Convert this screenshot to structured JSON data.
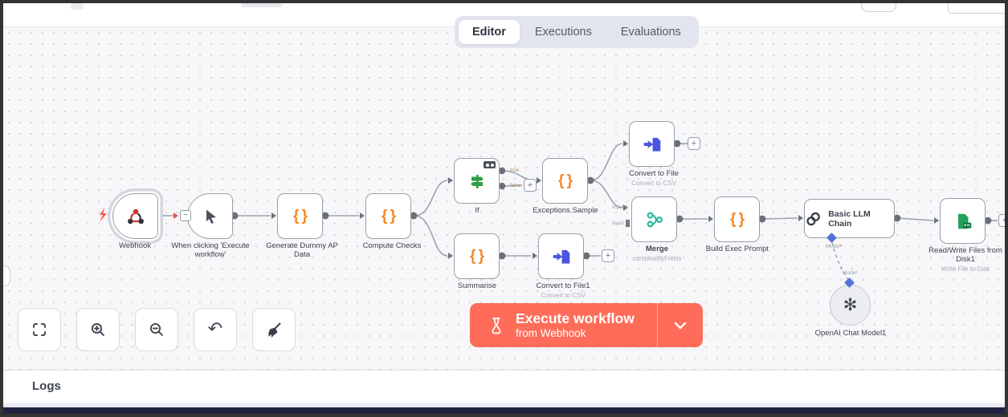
{
  "header": {
    "tabs": [
      {
        "label": "Editor",
        "active": true
      },
      {
        "label": "Executions",
        "active": false
      },
      {
        "label": "Evaluations",
        "active": false
      }
    ]
  },
  "canvas": {
    "nodes": [
      {
        "id": "webhook",
        "label": "Webhook",
        "icon": "webhook-icon",
        "selected": true
      },
      {
        "id": "manual-trigger",
        "label": "When clicking 'Execute workflow'",
        "icon": "cursor-icon"
      },
      {
        "id": "generate-dummy-ap-data",
        "label": "Generate Dummy AP Data",
        "icon": "code-icon"
      },
      {
        "id": "compute-checks",
        "label": "Compute Checks",
        "icon": "code-icon"
      },
      {
        "id": "if",
        "label": "If",
        "icon": "if-icon",
        "outputs": [
          "true",
          "false"
        ]
      },
      {
        "id": "exceptions-sample",
        "label": "Exceptions Sample",
        "icon": "code-icon"
      },
      {
        "id": "convert-to-file",
        "label": "Convert to File",
        "subtitle": "Convert to CSV",
        "icon": "convert-file-icon"
      },
      {
        "id": "merge",
        "label": "Merge",
        "subtitle": "combineByFields",
        "icon": "merge-icon",
        "inputs": [
          "Input 1",
          "Input 2"
        ]
      },
      {
        "id": "summarise",
        "label": "Summarise",
        "icon": "code-icon"
      },
      {
        "id": "convert-to-file1",
        "label": "Convert to File1",
        "subtitle": "Convert to CSV",
        "icon": "convert-file-icon"
      },
      {
        "id": "build-exec-prompt",
        "label": "Build Exec Prompt",
        "icon": "code-icon"
      },
      {
        "id": "basic-llm-chain",
        "label": "Basic LLM Chain",
        "icon": "chain-icon",
        "port_label": "Model",
        "required_marker": "*"
      },
      {
        "id": "openai-chat-model1",
        "label": "OpenAI Chat Model1",
        "icon": "openai-icon",
        "port_label": "Model"
      },
      {
        "id": "read-write-files-from-disk1",
        "label": "Read/Write Files from Disk1",
        "subtitle": "Write File to Disk",
        "icon": "file-green-icon"
      }
    ]
  },
  "controls": {
    "fit_view": "fit-view",
    "zoom_in": "zoom-in",
    "zoom_out": "zoom-out",
    "undo": "undo",
    "tidy_up": "tidy-up"
  },
  "execute_button": {
    "label": "Execute workflow",
    "sublabel": "from Webhook"
  },
  "logs": {
    "title": "Logs"
  },
  "icons": {
    "code": "{ }",
    "plus": "+",
    "minus": "−",
    "undo": "↶",
    "openai": "✻"
  },
  "colors": {
    "primary": "#ff6d5a",
    "code_icon": "#f5861f",
    "if_icon": "#2f9e44",
    "convert_icon": "#4a55e0",
    "merge_icon": "#2bb49b",
    "rw_icon": "#21a15a",
    "taskbar": "#202340"
  }
}
